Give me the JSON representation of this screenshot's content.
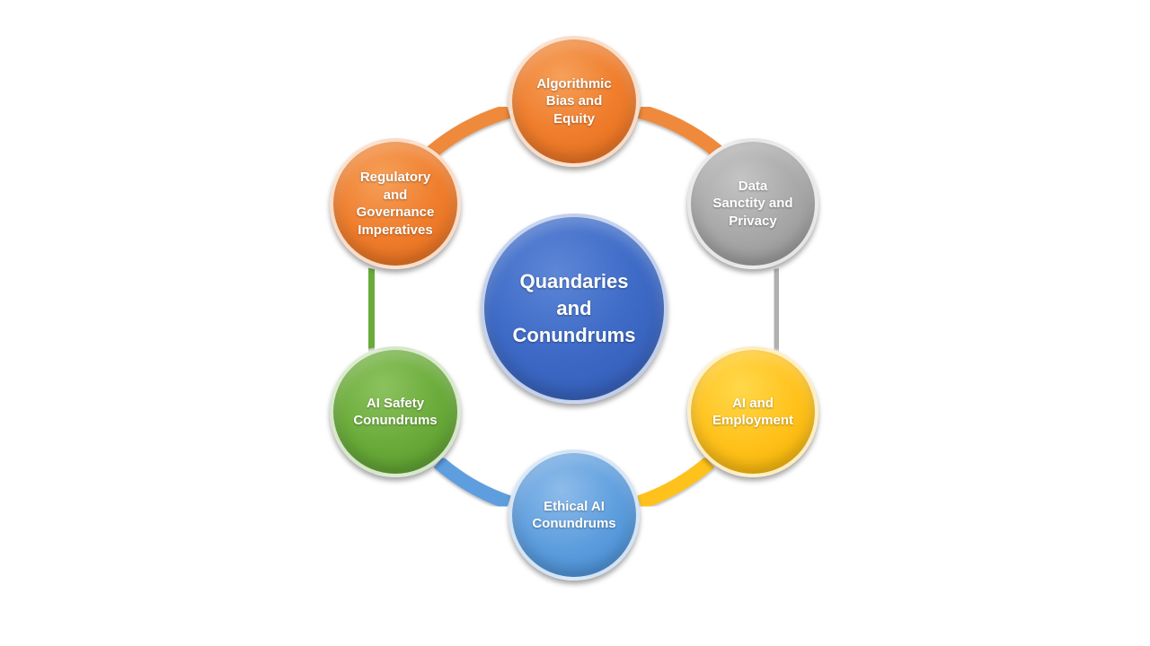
{
  "diagram": {
    "center": {
      "label": "Quandaries\nand\nConundrums",
      "color": "#3f6cc8"
    },
    "nodes": [
      {
        "id": "top",
        "label": "Algorithmic\nBias and\nEquity",
        "color": "#ef7d2c"
      },
      {
        "id": "top-right",
        "label": "Data\nSanctity and\nPrivacy",
        "color": "#a8a8a8"
      },
      {
        "id": "bottom-right",
        "label": "AI and\nEmployment",
        "color": "#ffc21c"
      },
      {
        "id": "bottom",
        "label": "Ethical AI\nConundrums",
        "color": "#5e9ede"
      },
      {
        "id": "bottom-left",
        "label": "AI Safety\nConundrums",
        "color": "#6aab3a"
      },
      {
        "id": "top-left",
        "label": "Regulatory\nand\nGovernance\nImperatives",
        "color": "#ef7d2c"
      }
    ],
    "connector_colors": {
      "top-to-top-right": "#ef8a3c",
      "top-right-to-bottom-right": "#b0b0b0",
      "bottom-right-to-bottom": "#ffc21c",
      "bottom-to-bottom-left": "#5e9ede",
      "bottom-left-to-top-left": "#6aab3a",
      "top-left-to-top": "#ef8a3c"
    }
  }
}
